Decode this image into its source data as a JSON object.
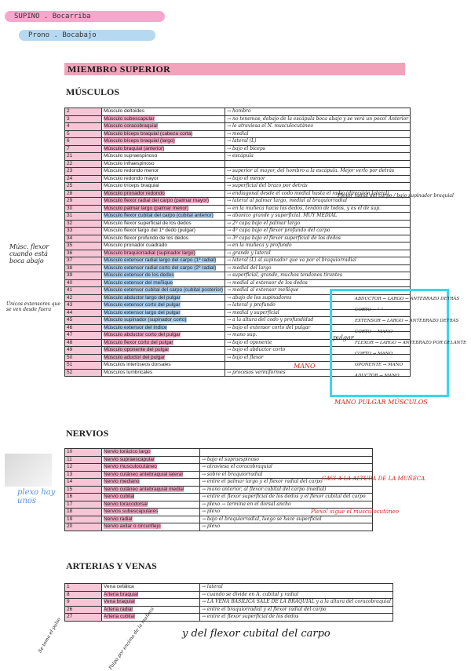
{
  "header": {
    "supino": "SUPINO . Bocarriba",
    "prono": "Prono . Bocabajo",
    "banner": "MIEMBRO SUPERIOR"
  },
  "sections": {
    "musculos": "MÚSCULOS",
    "nervios": "NERVIOS",
    "arterias": "ARTERIAS Y VENAS"
  },
  "musculos": [
    {
      "n": "2",
      "name": "Músculo deltoides",
      "note": "→ hombro",
      "hl": ""
    },
    {
      "n": "3",
      "name": "Músculo subescapular",
      "note": "→ no tenemos, debajo de la escápula boca abajo y se verá un poco! Anterior",
      "hl": "pink"
    },
    {
      "n": "4",
      "name": "Músculo coracobraquial",
      "note": "→ le atraviesa el N. musculocutáneo",
      "hl": "pink"
    },
    {
      "n": "5",
      "name": "Músculo bíceps braquial (cabeza corta)",
      "note": "→ medial",
      "hl": "pink"
    },
    {
      "n": "6",
      "name": "Músculo bíceps braquial (largo)",
      "note": "→ lateral (L)",
      "hl": "pink"
    },
    {
      "n": "7",
      "name": "Músculo braquial (anterior)",
      "note": "→ bajo el bíceps",
      "hl": "pink"
    },
    {
      "n": "21",
      "name": "Músculo supraespinoso",
      "note": "→ escápula",
      "hl": ""
    },
    {
      "n": "22",
      "name": "Músculo infraespinoso",
      "note": "",
      "hl": ""
    },
    {
      "n": "23",
      "name": "Músculo redondo menor",
      "note": "→ superior al mayor, del hombro a la escápula. Mejor verlo por detrás",
      "hl": ""
    },
    {
      "n": "24",
      "name": "Músculo redondo mayor",
      "note": "→ bajo el menor",
      "hl": ""
    },
    {
      "n": "25",
      "name": "Músculo tríceps braquial",
      "note": "→ superficial del brazo por detrás",
      "hl": ""
    },
    {
      "n": "28",
      "name": "Músculo pronador redondo",
      "note": "→ endiagonal desde el codo medial hasta el radio (dirección lateral)",
      "hl": "pink"
    },
    {
      "n": "29",
      "name": "Músculo flexor radial del carpo (palmar mayor)",
      "note": "→ lateral al palmar largo, medial al braquiorradial",
      "hl": "pink"
    },
    {
      "n": "30",
      "name": "Músculo palmar largo (palmar menor)",
      "note": "→ en la muñeca hacia los dedos, tendón de todos, y es el de sup.",
      "hl": "pink"
    },
    {
      "n": "31",
      "name": "Músculo flexor cubital del carpo (cubital anterior)",
      "note": "→ abanico grande y superficial. MUY MEDIAL",
      "hl": "blue"
    },
    {
      "n": "32",
      "name": "Músculo flexor superficial de los dedos",
      "note": "→ 2º capa bajo el palmar largo",
      "hl": ""
    },
    {
      "n": "33",
      "name": "Músculo flexor largo del 1º dedo (pulgar)",
      "note": "→ 4º capa bajo el flexor profundo del carpo",
      "hl": ""
    },
    {
      "n": "34",
      "name": "Músculo flexor profundo de los dedos",
      "note": "→ 3º capa bajo el flexor superficial de los dedos",
      "hl": ""
    },
    {
      "n": "35",
      "name": "Músculo pronador cuadrado",
      "note": "→ en la muñeca y profundo",
      "hl": ""
    },
    {
      "n": "36",
      "name": "Músculo braquiorradial (supinador largo)",
      "note": "→ grande y lateral",
      "hl": "pink"
    },
    {
      "n": "37",
      "name": "Músculo extensor radial largo del carpo (1º radial)",
      "note": "→ lateral (L) al supinador que va por el braquiorradial",
      "hl": "blue"
    },
    {
      "n": "38",
      "name": "Músculo extensor radial corto del carpo (2º radial)",
      "note": "→ medial del largo",
      "hl": "blue"
    },
    {
      "n": "39",
      "name": "Músculo extensor de los dedos",
      "note": "→ superficial, grande, muchos tendones tirantes",
      "hl": "blue"
    },
    {
      "n": "40",
      "name": "Músculo extensor del meñique",
      "note": "→ medial al extensor de los dedos",
      "hl": "blue"
    },
    {
      "n": "41",
      "name": "Músculo extensor cubital del carpo (cubital posterior)",
      "note": "→ medial al extensor meñique",
      "hl": "blue"
    },
    {
      "n": "42",
      "name": "Músculo abductor largo del pulgar",
      "note": "→ abajo de los supinadores",
      "hl": "blue"
    },
    {
      "n": "43",
      "name": "Músculo extensor corto del pulgar",
      "note": "→ lateral y profundo",
      "hl": "blue"
    },
    {
      "n": "44",
      "name": "Músculo extensor largo del pulgar",
      "note": "→ medial y superficial",
      "hl": "blue"
    },
    {
      "n": "45",
      "name": "Músculo supinador (supinador corto)",
      "note": "→ a la altura del codo y profundidad",
      "hl": "blue"
    },
    {
      "n": "46",
      "name": "Músculo extensor del índice",
      "note": "→ bajo el extensor corto del pulgar",
      "hl": "blue"
    },
    {
      "n": "47",
      "name": "Músculo abductor corto del pulgar",
      "note": "→ mano sup.",
      "hl": "pink"
    },
    {
      "n": "48",
      "name": "Músculo flexor corto del pulgar",
      "note": "→ bajo el oponente",
      "hl": "pink"
    },
    {
      "n": "49",
      "name": "Músculo oponente del pulgar",
      "note": "→ bajo el abductor corto",
      "hl": "pink"
    },
    {
      "n": "50",
      "name": "Músculo aductor del pulgar",
      "note": "→ bajo el flexor",
      "hl": "pink"
    },
    {
      "n": "51",
      "name": "Músculos interóseos dorsales",
      "note": "",
      "hl": ""
    },
    {
      "n": "52",
      "name": "Músculos lumbricales",
      "note": "→ procesos vermiformes",
      "hl": ""
    }
  ],
  "nervios": [
    {
      "n": "10",
      "name": "Nervio torácico largo",
      "note": "",
      "hl": "pink"
    },
    {
      "n": "11",
      "name": "Nervio supraescapular",
      "note": "→ bajo el supraespinoso",
      "hl": "pink"
    },
    {
      "n": "12",
      "name": "Nervio musculocutáneo",
      "note": "→ atraviesa el coracobraquial",
      "hl": "pink"
    },
    {
      "n": "13",
      "name": "Nervio cutáneo antebraquial lateral",
      "note": "→ sobre el braquiorradial",
      "hl": "pink"
    },
    {
      "n": "14",
      "name": "Nervio mediano",
      "note": "→ entre el palmar largo y el flexor radial del carpo",
      "hl": "pink"
    },
    {
      "n": "15",
      "name": "Nervio cutáneo antebraquial medial",
      "note": "→ mano anterior, al flexor cubital del carpo (medial)",
      "hl": "pink"
    },
    {
      "n": "16",
      "name": "Nervio cubital",
      "note": "→ entre el flexor superficial de los dedos y el flexor cubital del carpo",
      "hl": "pink"
    },
    {
      "n": "17",
      "name": "Nervio toracodorsal",
      "note": "→ plexo → termina en el dorsal ancho",
      "hl": "pink"
    },
    {
      "n": "18",
      "name": "Nervios subescapulares",
      "note": "→ plexo",
      "hl": "pink"
    },
    {
      "n": "19",
      "name": "Nervio radial",
      "note": "→ bajo el braquiorradial, luego se hace superficial",
      "hl": "pink"
    },
    {
      "n": "20",
      "name": "Nervio axilar o circunflejo",
      "note": "→ plexo",
      "hl": "pink"
    }
  ],
  "arterias": [
    {
      "n": "1",
      "name": "Vena cefálica",
      "note": "→ lateral",
      "hl": ""
    },
    {
      "n": "8",
      "name": "Arteria braquial",
      "note": "→ cuando se divide en A. cubital y radial",
      "hl": "pink"
    },
    {
      "n": "9",
      "name": "Vena braquial",
      "note": "→ LA VENA BASÍLICA SALE DE LA BRAQUIAL y a la altura del coracobraquial",
      "hl": "pink"
    },
    {
      "n": "26",
      "name": "Arteria radial",
      "note": "→ entre el braquiorradial y el flexor radial del carpo",
      "hl": "pink"
    },
    {
      "n": "27",
      "name": "Arteria cubital",
      "note": "→ entre el flexor superficial de los dedos",
      "hl": "pink"
    }
  ],
  "annotations": {
    "left_1": "Músc. flexor cuando está boca abajo",
    "left_2": "Únicos extensores que se ven desde fuera",
    "plexo": "plexo hay unos",
    "right_flexor": "Flexor radial del carpo / bajo supinador braquial",
    "mano_pulgar": "MANO PULGAR MÚSCULOS",
    "mano": "MANO",
    "nervio_note_1": "CASI A LA ALTURA DE LA MUÑECA",
    "nervio_note_2": "Plexo! sigue el musculocutáneo",
    "bottom_1": "y del flexor cubital del carpo",
    "bottom_2": "Se toma el pulso",
    "bottom_3": "Palpa por encima de la muñeca"
  },
  "hand_diagram": {
    "pulgar": "pulgar",
    "lines": [
      "ABDUCTOR → LARGO → ANTEBRAZO DETRÁS",
      "CORTO → \" \"",
      "EXTENSOR → LARGO → ANTEBRAZO DETRÁS",
      "CORTO → MANO",
      "FLEXOR → LARGO → ANTEBRAZO POR DELANTE",
      "CORTO → MANO",
      "OPONENTE → MANO",
      "ADUCTOR → MANO"
    ]
  }
}
